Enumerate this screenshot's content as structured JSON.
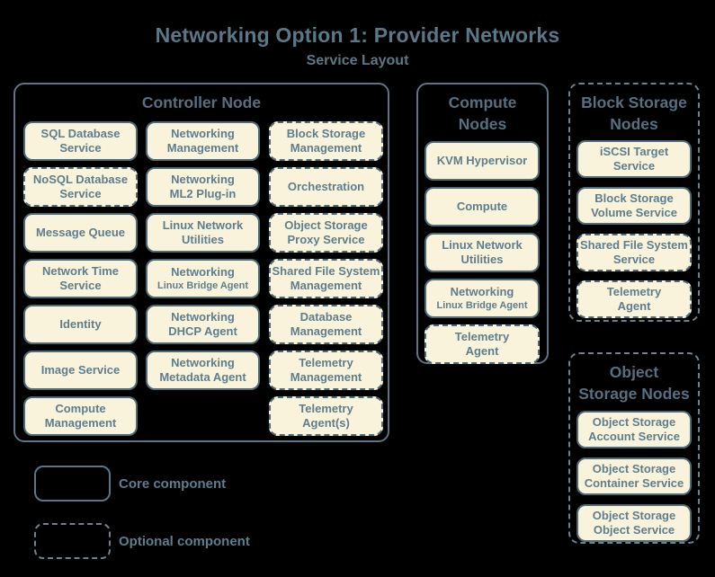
{
  "title": "Networking Option 1: Provider Networks",
  "subtitle": "Service Layout",
  "palette": {
    "background": "#000000",
    "box_fill": "#faf3dc",
    "box_border": "#506b78",
    "section_border": "#5d7683",
    "dashed_border": "#6e828e",
    "text": "#5e7d8d",
    "heading_text": "#56707f",
    "title_text": "#5b7888"
  },
  "sections": {
    "controller": {
      "heading": "Controller Node",
      "col1": [
        {
          "line1": "SQL Database",
          "line2": "Service",
          "type": "core"
        },
        {
          "line1": "NoSQL Database",
          "line2": "Service",
          "type": "optional"
        },
        {
          "line1": "Message Queue",
          "line2": "",
          "type": "core"
        },
        {
          "line1": "Network Time",
          "line2": "Service",
          "type": "core"
        },
        {
          "line1": "Identity",
          "line2": "",
          "type": "core"
        },
        {
          "line1": "Image Service",
          "line2": "",
          "type": "core"
        },
        {
          "line1": "Compute",
          "line2": "Management",
          "type": "core"
        }
      ],
      "col2": [
        {
          "line1": "Networking",
          "line2": "Management",
          "type": "core"
        },
        {
          "line1": "Networking",
          "line2": "ML2 Plug-in",
          "type": "core"
        },
        {
          "line1": "Linux Network",
          "line2": "Utilities",
          "type": "core"
        },
        {
          "line1": "Networking",
          "sub": "Linux Bridge Agent",
          "type": "core"
        },
        {
          "line1": "Networking",
          "line2": "DHCP Agent",
          "type": "core"
        },
        {
          "line1": "Networking",
          "line2": "Metadata Agent",
          "type": "core"
        }
      ],
      "col3": [
        {
          "line1": "Block Storage",
          "line2": "Management",
          "type": "optional"
        },
        {
          "line1": "Orchestration",
          "line2": "",
          "type": "optional"
        },
        {
          "line1": "Object Storage",
          "line2": "Proxy Service",
          "type": "optional"
        },
        {
          "line1": "Shared File System",
          "line2": "Management",
          "type": "optional"
        },
        {
          "line1": "Database",
          "line2": "Management",
          "type": "optional"
        },
        {
          "line1": "Telemetry",
          "line2": "Management",
          "type": "optional"
        },
        {
          "line1": "Telemetry",
          "line2": "Agent(s)",
          "type": "optional"
        }
      ]
    },
    "compute": {
      "heading1": "Compute",
      "heading2": "Nodes",
      "items": [
        {
          "line1": "KVM Hypervisor",
          "line2": "",
          "type": "core"
        },
        {
          "line1": "Compute",
          "line2": "",
          "type": "core"
        },
        {
          "line1": "Linux Network",
          "line2": "Utilities",
          "type": "core"
        },
        {
          "line1": "Networking",
          "sub": "Linux Bridge Agent",
          "type": "core"
        },
        {
          "line1": "Telemetry",
          "line2": "Agent",
          "type": "optional"
        }
      ]
    },
    "block_storage": {
      "heading1": "Block Storage",
      "heading2": "Nodes",
      "items": [
        {
          "line1": "iSCSI Target",
          "line2": "Service",
          "type": "core"
        },
        {
          "line1": "Block Storage",
          "line2": "Volume Service",
          "type": "core"
        },
        {
          "line1": "Shared File System",
          "line2": "Service",
          "type": "optional"
        },
        {
          "line1": "Telemetry",
          "line2": "Agent",
          "type": "optional"
        }
      ]
    },
    "object_storage": {
      "heading1": "Object",
      "heading2": "Storage Nodes",
      "items": [
        {
          "line1": "Object Storage",
          "line2": "Account Service",
          "type": "core"
        },
        {
          "line1": "Object Storage",
          "line2": "Container Service",
          "type": "core"
        },
        {
          "line1": "Object Storage",
          "line2": "Object Service",
          "type": "core"
        }
      ]
    }
  },
  "legend": {
    "core_label": "Core component",
    "optional_label": "Optional component"
  }
}
